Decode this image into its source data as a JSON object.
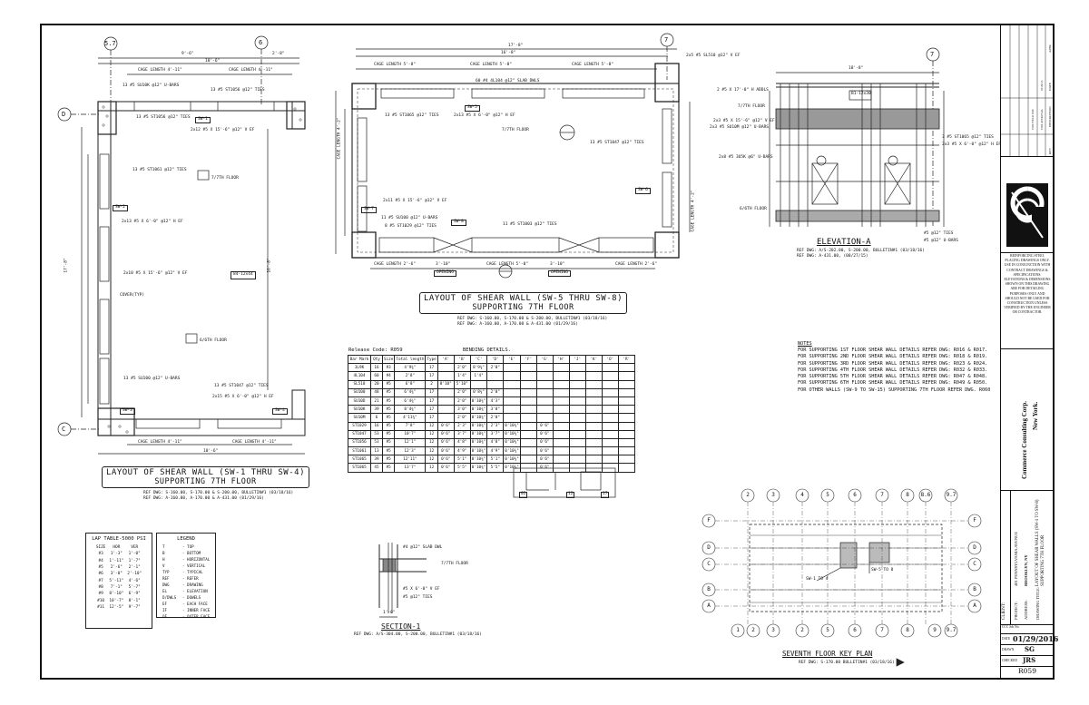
{
  "left_plan": {
    "title": "LAYOUT OF SHEAR WALL (SW-1 THRU SW-4)",
    "subtitle": "SUPPORTING 7TH FLOOR",
    "ref1": "REF DWG: S-160.00, S-170.00 & S-200.00, BULLETIN#1 (03/18/16)",
    "ref2": "REF DWG: A-160.00, A-170.00 & A-431.00 (01/29/16)",
    "grid_top": [
      "5.7",
      "6"
    ],
    "grid_side": [
      "D",
      "C"
    ],
    "dim_top": [
      "9'-6\"",
      "10'-6\"",
      "2'-8\""
    ],
    "cage_top": [
      "CAGE LENGTH 4'-11\"",
      "CAGE LENGTH 4'-11\""
    ],
    "cage_bottom": [
      "CAGE LENGTH 4'-11\"",
      "CAGE LENGTH 4'-11\""
    ],
    "dim_bottom": "10'-6\"",
    "dim_left": "17'-8\"",
    "dim_right": "16'-8\"",
    "opening": "84-12x44",
    "floor_tag_7": "7/7TH FLOOR",
    "floor_tag_6": "6/6TH FLOOR",
    "callouts": [
      "13 #5 SU10K @12\" U-BARS",
      "13 #5 ST1056 @12\" TIES",
      "13 #5 ST1056 @12\" TIES",
      "2x12 #5 X 15'-6\" @12\" V EF",
      "13 #5 ST1061 @12\" TIES",
      "2x13 #5 X 6'-0\" @12\" H EF",
      "2x10 #5 X 15'-6\" @12\" V EF",
      "13 #5 SU100 @12\" U-BARS",
      "13 #5 ST1047 @12\" TIES",
      "2x15 #5 X 6'-0\" @12\" H EF"
    ],
    "labels": [
      "SW-1",
      "SW-2",
      "SW-3",
      "SW-4"
    ],
    "cover": "COVER(TYP)"
  },
  "mid_plan": {
    "title": "LAYOUT OF SHEAR WALL (SW-5 THRU SW-8)",
    "subtitle": "SUPPORTING 7TH FLOOR",
    "ref1": "REF DWG: S-160.00, S-170.00 & S-200.00, BULLETIN#1 (03/18/16)",
    "ref2": "REF DWG: A-160.00, A-170.00 & A-431.00 (01/29/16)",
    "dim_top1": "17'-8\"",
    "dim_top2": "16'-8\"",
    "cage_top": [
      "CAGE LENGTH 5'-8\"",
      "CAGE LENGTH 5'-8\"",
      "CAGE LENGTH 5'-8\""
    ],
    "cage_bottom": [
      "CAGE LENGTH 2'-6\"",
      "CAGE LENGTH 5'-0\"",
      "CAGE LENGTH 2'-6\""
    ],
    "openings": [
      "3'-10\"",
      "OPENING",
      "3'-10\"",
      "OPENING"
    ],
    "cage_side": [
      "CAGE LENGTH 4'-2\"",
      "CAGE LENGTH 4'-2\""
    ],
    "callouts": [
      "60 #4 4L104 @12\" SLAB DWLS",
      "13 #5 ST1065 @12\" TIES",
      "2x13 #5 X 6'-0\" @12\" H EF",
      "13 #5 ST1047 @12\" TIES",
      "2x11 #5 X 15'-6\" @12\" V EF",
      "11 #5 SU100 @12\" U-BARS",
      "8 #5 ST1029 @12\" TIES",
      "11 #5 ST1003 @12\" TIES"
    ],
    "labels": [
      "SW-5",
      "SW-6",
      "SW-7",
      "SW-8"
    ],
    "floor_tag": "7/7TH FLOOR",
    "grid": "7"
  },
  "elevation": {
    "title": "ELEVATION-A",
    "ref1": "REF DWG: A/S-202.00, S-200.00, BULLETIN#1 (03/18/16)",
    "ref2": "REF DWG: A-431.00, (08/27/15)",
    "grid": "7",
    "dim": "18'-8\"",
    "beam": "B1-12x30",
    "callouts": [
      "2x5 #5 SL510 @12\" V EF",
      "2 #5 X 17'-0\" H ADDLS",
      "2x3 #5 X 15'-6\" @12\" V EF",
      "2x3 #5 SU10M @12\" U-BARS",
      "3 #5 ST1065 @12\" TIES",
      "2x3 #5 X 6'-0\" @12\" H EF",
      "2x8 #5 3U5K @6\" U-BARS",
      "#5 @12\" TIES",
      "#5 @12\" U-BARS"
    ],
    "floor7": "7/7TH FLOOR",
    "floor6": "6/6TH FLOOR"
  },
  "bending": {
    "release": "Release Code: R059",
    "heading": "BENDING DETAILS.",
    "columns": [
      "Bar Mark",
      "Qty",
      "Size",
      "Total length",
      "Type",
      "'A'",
      "'B'",
      "'C'",
      "'D'",
      "'E'",
      "'F'",
      "'G'",
      "'H'",
      "'J'",
      "'K'",
      "'O'",
      "'R'"
    ],
    "rows": [
      [
        "3L9K",
        "16",
        "#3",
        "4'9¾\"",
        "17",
        "",
        "2'0\"",
        "8'9¾\"",
        "2'0\"",
        "",
        "",
        "",
        "",
        "",
        "",
        "",
        ""
      ],
      [
        "4L104",
        "60",
        "#4",
        "2'8\"",
        "17",
        "",
        "1'4\"",
        "1'4\"",
        "",
        "",
        "",
        "",
        "",
        "",
        "",
        "",
        ""
      ],
      [
        "SL510",
        "20",
        "#5",
        "6'8\"",
        "2",
        "8'10\"",
        "5'10\"",
        "",
        "",
        "",
        "",
        "",
        "",
        "",
        "",
        "",
        ""
      ],
      [
        "SU100",
        "48",
        "#5",
        "6'4¾\"",
        "17",
        "",
        "2'0\"",
        "0'8¾\"",
        "2'0\"",
        "",
        "",
        "",
        "",
        "",
        "",
        "",
        ""
      ],
      [
        "SU10D",
        "21",
        "#5",
        "6'4¾\"",
        "17",
        "",
        "2'0\"",
        "0'10¾\"",
        "4'3\"",
        "",
        "",
        "",
        "",
        "",
        "",
        "",
        ""
      ],
      [
        "SU10K",
        "39",
        "#5",
        "8'4¾\"",
        "17",
        "",
        "3'0\"",
        "0'10¾\"",
        "3'0\"",
        "",
        "",
        "",
        "",
        "",
        "",
        "",
        ""
      ],
      [
        "SU10M",
        "6",
        "#5",
        "4'11¾\"",
        "17",
        "",
        "2'0\"",
        "0'10¾\"",
        "2'0\"",
        "",
        "",
        "",
        "",
        "",
        "",
        "",
        ""
      ],
      [
        "ST1029",
        "16",
        "#5",
        "7'8\"",
        "12",
        "0'6\"",
        "2'3\"",
        "0'10¾\"",
        "2'3\"",
        "0'10¾\"",
        "",
        "0'6\"",
        "",
        "",
        "",
        "",
        ""
      ],
      [
        "ST1047",
        "53",
        "#5",
        "10'7\"",
        "12",
        "0'6\"",
        "3'7\"",
        "0'10¾\"",
        "3'7\"",
        "0'10¾\"",
        "",
        "0'6\"",
        "",
        "",
        "",
        "",
        ""
      ],
      [
        "ST1056",
        "53",
        "#5",
        "12'1\"",
        "12",
        "0'6\"",
        "4'8\"",
        "0'10¾\"",
        "4'8\"",
        "0'10¾\"",
        "",
        "0'6\"",
        "",
        "",
        "",
        "",
        ""
      ],
      [
        "ST1061",
        "13",
        "#5",
        "12'3\"",
        "12",
        "0'6\"",
        "4'9\"",
        "0'10¾\"",
        "4'9\"",
        "0'10¾\"",
        "",
        "0'6\"",
        "",
        "",
        "",
        "",
        ""
      ],
      [
        "ST1065",
        "39",
        "#5",
        "12'11\"",
        "12",
        "0'6\"",
        "5'1\"",
        "0'10¾\"",
        "5'1\"",
        "0'10¾\"",
        "",
        "0'6\"",
        "",
        "",
        "",
        "",
        ""
      ],
      [
        "ST1065",
        "45",
        "#5",
        "13'7\"",
        "12",
        "0'6\"",
        "5'5\"",
        "0'10¾\"",
        "5'5\"",
        "0'10¾\"",
        "",
        "0'6\"",
        "",
        "",
        "",
        "",
        ""
      ]
    ],
    "shape_tags": [
      "02",
      "12",
      "17"
    ]
  },
  "notes": {
    "heading": "NOTES",
    "lines": [
      "FOR SUPPORTING 1ST FLOOR SHEAR WALL DETAILS REFER DWG: R016 & R017.",
      "FOR SUPPORTING 2ND FLOOR SHEAR WALL DETAILS REFER DWG: R018 & R019.",
      "FOR SUPPORTING 3RD FLOOR SHEAR WALL DETAILS REFER DWG: R023 & R024.",
      "FOR SUPPORTING 4TH FLOOR SHEAR WALL DETAILS REFER DWG: R032 & R033.",
      "FOR SUPPORTING 5TH FLOOR SHEAR WALL DETAILS REFER DWG: R047 & R048.",
      "FOR SUPPORTING 6TH FLOOR SHEAR WALL DETAILS REFER DWG: R049 & R050.",
      "FOR OTHER WALLS (SW-9 TO SW-15) SUPPORTING 7TH FLOOR REFER DWG. R060"
    ]
  },
  "lap_table": {
    "title": "LAP TABLE-5000 PSI",
    "headers": [
      "SIZE",
      "HOR",
      "VER"
    ],
    "rows": [
      [
        "#3",
        "1'-3\"",
        "1'-0\""
      ],
      [
        "#4",
        "1'-11\"",
        "1'-7\""
      ],
      [
        "#5",
        "2'-6\"",
        "2'-1\""
      ],
      [
        "#6",
        "3'-0\"",
        "2'-10\""
      ],
      [
        "#7",
        "5'-11\"",
        "4'-6\""
      ],
      [
        "#8",
        "7'-1\"",
        "5'-7\""
      ],
      [
        "#9",
        "8'-10\"",
        "6'-9\""
      ],
      [
        "#10",
        "10'-7\"",
        "8'-1\""
      ],
      [
        "#11",
        "12'-5\"",
        "9'-7\""
      ]
    ]
  },
  "legend": {
    "title": "LEGEND",
    "rows": [
      [
        "T",
        "TOP"
      ],
      [
        "B",
        "BOTTOM"
      ],
      [
        "H",
        "HORIZONTAL"
      ],
      [
        "V",
        "VERTICAL"
      ],
      [
        "TYP",
        "TYPICAL"
      ],
      [
        "REF",
        "REFER"
      ],
      [
        "DWG",
        "DRAWING"
      ],
      [
        "EL",
        "ELEVATION"
      ],
      [
        "D/DWLS",
        "DOWELS"
      ],
      [
        "EF",
        "EACH FACE"
      ],
      [
        "IF",
        "INNER FACE"
      ],
      [
        "OF",
        "OUTER FACE"
      ]
    ]
  },
  "section": {
    "title": "SECTION-1",
    "ref": "REF DWG: A/S-304.00, S-200.00, BULLETIN#1 (03/18/16)",
    "callouts": [
      "#4 @12\" SLAB DWL",
      "7/7TH FLOOR",
      "#5 X 6'-0\" V EF",
      "#5 @12\" TIES"
    ],
    "dim": "1'-0\""
  },
  "key_plan": {
    "title": "SEVENTH FLOOR KEY PLAN",
    "ref": "REF DWG: S-170.00 BULLETIN#1 (03/18/16)",
    "top_grid": [
      "2",
      "3",
      "4",
      "5",
      "6",
      "7",
      "8",
      "8.6",
      "9.7"
    ],
    "bottom_grid": [
      "1",
      "2",
      "3",
      "2",
      "5",
      "6",
      "7",
      "8",
      "9",
      "9.7"
    ],
    "rows": [
      "F",
      "D",
      "C",
      "B",
      "A"
    ],
    "tags": [
      "SW-1 TO 4",
      "SW-5 TO 8"
    ]
  },
  "title_block": {
    "revision_headers": [
      "REV",
      "DESCRIPTION",
      "DATE",
      "APPR"
    ],
    "rev_rows": [
      [
        "",
        "FOR APPROVAL",
        "01/29/16",
        ""
      ],
      [
        "",
        "FOR FIELD USE",
        "",
        ""
      ]
    ],
    "disclaimer": "REINFORCING STEEL PLACING DRAWINGS ONLY. USE IN CONJUNCTION WITH CONTRACT DRAWINGS & SPECIFICATIONS. ELEVATIONS & DIMENSIONS SHOWN ON THIS DRAWING ARE FOR DETAILING PURPOSES ONLY AND SHOULD NOT BE USED FOR CONSTRUCTION UNLESS VERIFIED BY THE ENGINEER OR CONTRACTOR.",
    "company": "Commerce Consulting Corp.",
    "city": "New York.",
    "client_label": "CLIENT:",
    "project_label": "PROJECT:",
    "address_label": "ADDRESS:",
    "drawing_title_label": "DRAWING TITLE:",
    "project": "401 PENNSYLVANIA AVENUE",
    "address": "BROOKLYN, NY",
    "drawing_title": "LAYOUT OF SHEAR WALLS (SW-1 TO SW-8) SUPPORTING 7TH FLOOR",
    "job_label": "CCC Job No:",
    "date_label": "DATE",
    "date": "01/29/2016",
    "drawn_label": "DRAWN",
    "drawn": "SG",
    "checked_label": "CHECKED",
    "checked": "JRS",
    "sheet": "R059"
  }
}
